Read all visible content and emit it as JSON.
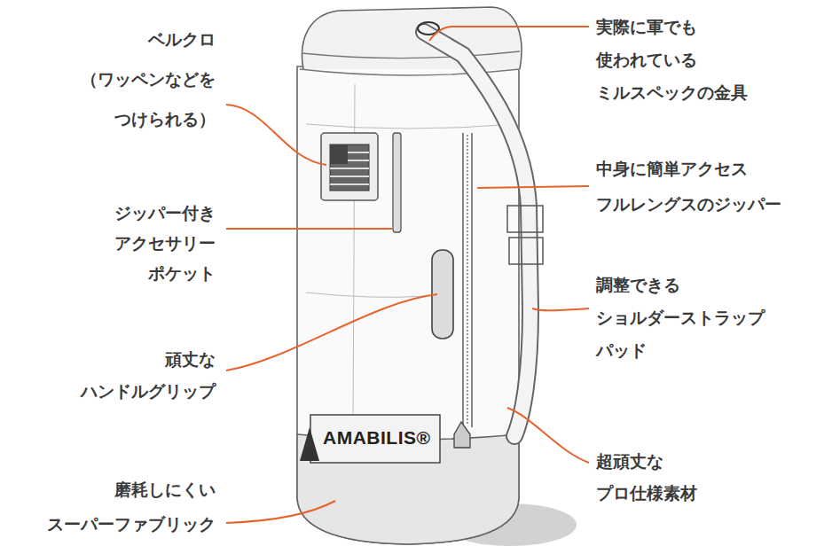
{
  "diagram": {
    "labels": [
      "ベルクロ （ワッペンなどを つけられる）",
      "ジッパー付き アクセサリー ポケット",
      "頑丈な ハンドルグリップ",
      "磨耗しにくい スーパーファブリック",
      "実際に軍でも 使われている ミルスペックの金具",
      "中身に簡単アクセス フルレングスのジッパー",
      "調整できる ショルダーストラップ パッド",
      "超頑丈な プロ仕様素材",
      "AMABILIS®"
    ]
  }
}
